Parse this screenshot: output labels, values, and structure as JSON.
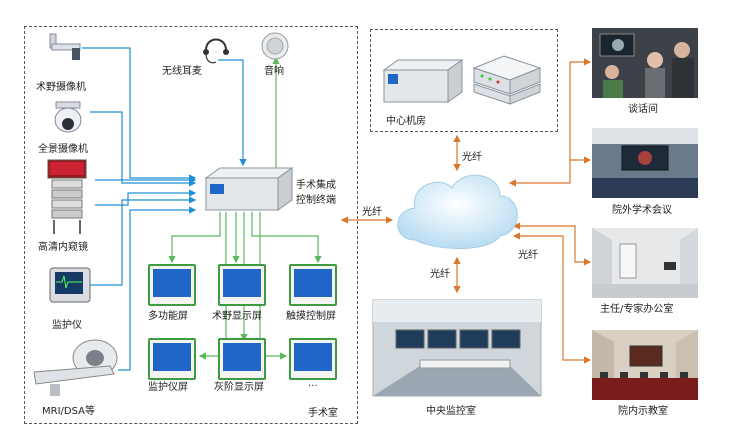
{
  "colors": {
    "blue_line": "#1f8fd6",
    "green_line": "#5cb85c",
    "orange_line": "#d9782d",
    "border": "#555555"
  },
  "surgery_room": {
    "label": "手术室",
    "inputs": [
      "术野摄像机",
      "全景摄像机",
      "高清内窥镜",
      "监护仪",
      "MRI/DSA等"
    ],
    "wireless_mic": "无线耳麦",
    "speaker": "音响",
    "terminal_label_1": "手术集成",
    "terminal_label_2": "控制终端",
    "screens": [
      "多功能屏",
      "术野显示屏",
      "触摸控制屏",
      "监护仪屏",
      "灰阶显示屏",
      "..."
    ]
  },
  "center_room": {
    "label": "中心机房"
  },
  "fiber_labels": [
    "光纤",
    "光纤",
    "光纤",
    "光纤"
  ],
  "monitor_room": {
    "label": "中央监控室"
  },
  "destinations": [
    "谈话间",
    "院外学术会议",
    "主任/专家办公室",
    "院内示教室"
  ]
}
